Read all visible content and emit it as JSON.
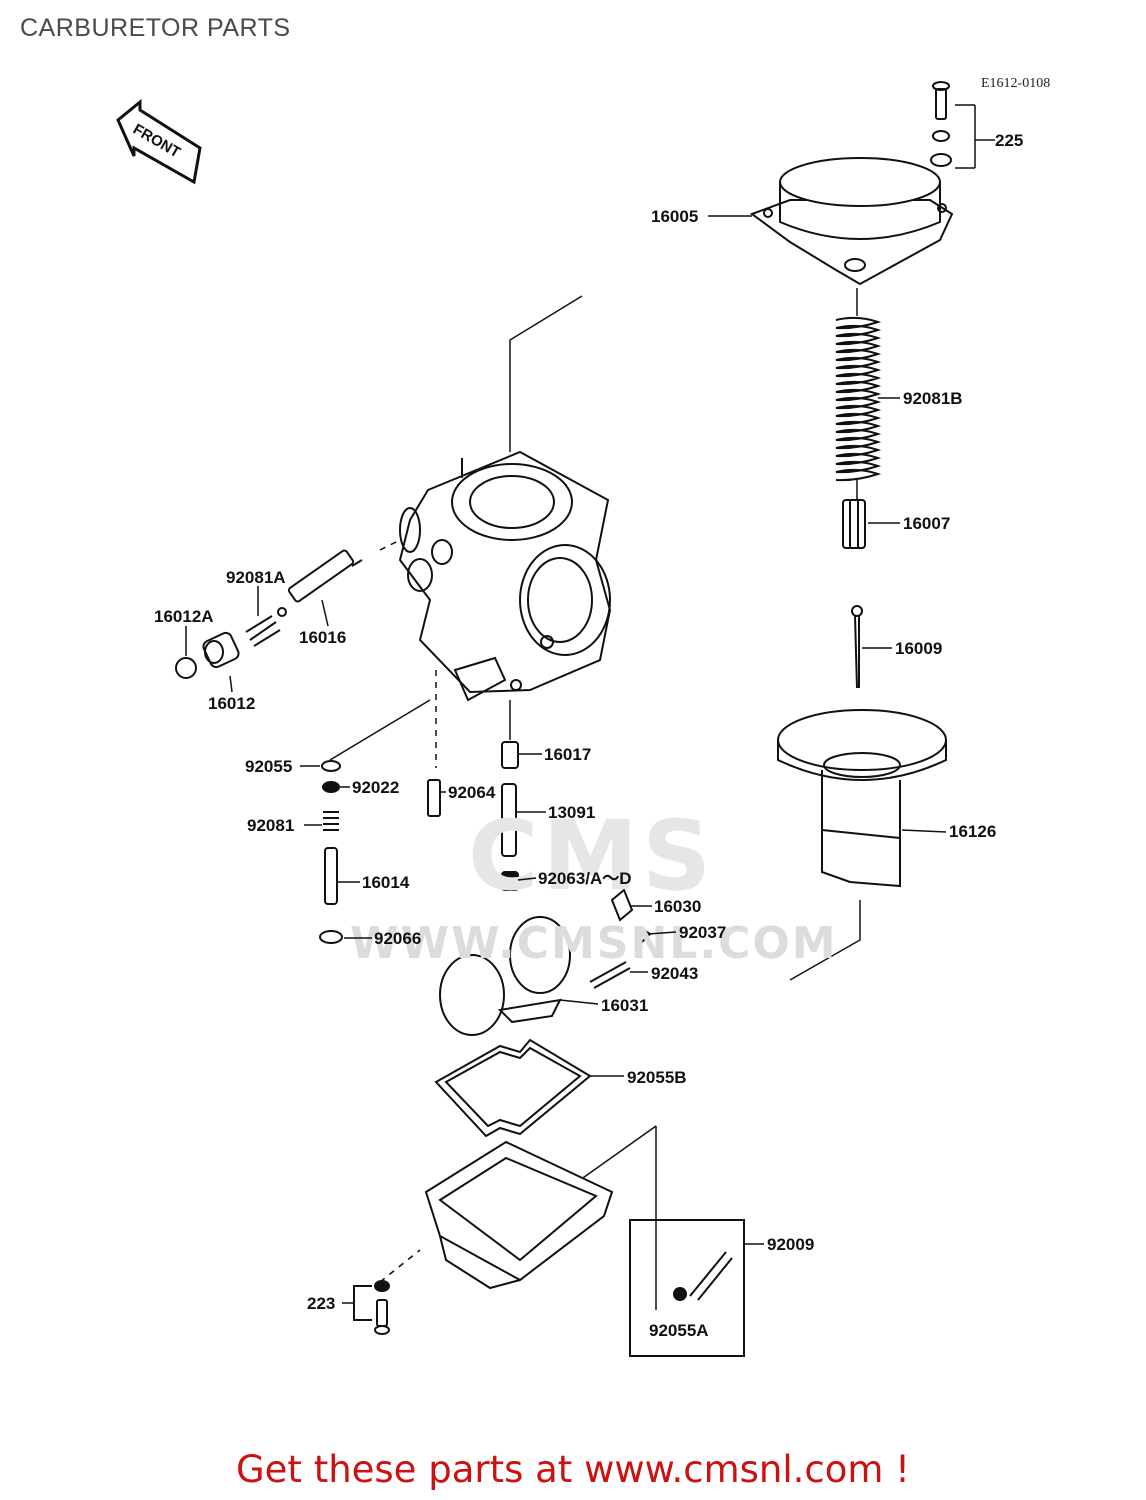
{
  "title": "CARBURETOR PARTS",
  "ref_code": "E1612-0108",
  "front_label": "FRONT",
  "watermark_logo": "CMS",
  "watermark": "WWW.CMSNL.COM",
  "cta": {
    "prefix": "Get these parts at ",
    "link": "www.cmsnl.com",
    "suffix": " !"
  },
  "parts": [
    {
      "id": "225",
      "label": "225"
    },
    {
      "id": "16005",
      "label": "16005"
    },
    {
      "id": "92081B",
      "label": "92081B"
    },
    {
      "id": "16007",
      "label": "16007"
    },
    {
      "id": "16009",
      "label": "16009"
    },
    {
      "id": "16126",
      "label": "16126"
    },
    {
      "id": "92081A",
      "label": "92081A"
    },
    {
      "id": "16012A",
      "label": "16012A"
    },
    {
      "id": "16016",
      "label": "16016"
    },
    {
      "id": "16012",
      "label": "16012"
    },
    {
      "id": "92055",
      "label": "92055"
    },
    {
      "id": "92022",
      "label": "92022"
    },
    {
      "id": "92064",
      "label": "92064"
    },
    {
      "id": "16017",
      "label": "16017"
    },
    {
      "id": "13091",
      "label": "13091"
    },
    {
      "id": "92081",
      "label": "92081"
    },
    {
      "id": "16014",
      "label": "16014"
    },
    {
      "id": "92063",
      "label": "92063/A～D"
    },
    {
      "id": "16030",
      "label": "16030"
    },
    {
      "id": "92037",
      "label": "92037"
    },
    {
      "id": "92066",
      "label": "92066"
    },
    {
      "id": "92043",
      "label": "92043"
    },
    {
      "id": "16031",
      "label": "16031"
    },
    {
      "id": "92055B",
      "label": "92055B"
    },
    {
      "id": "92009",
      "label": "92009"
    },
    {
      "id": "223",
      "label": "223"
    },
    {
      "id": "92055A",
      "label": "92055A"
    }
  ]
}
